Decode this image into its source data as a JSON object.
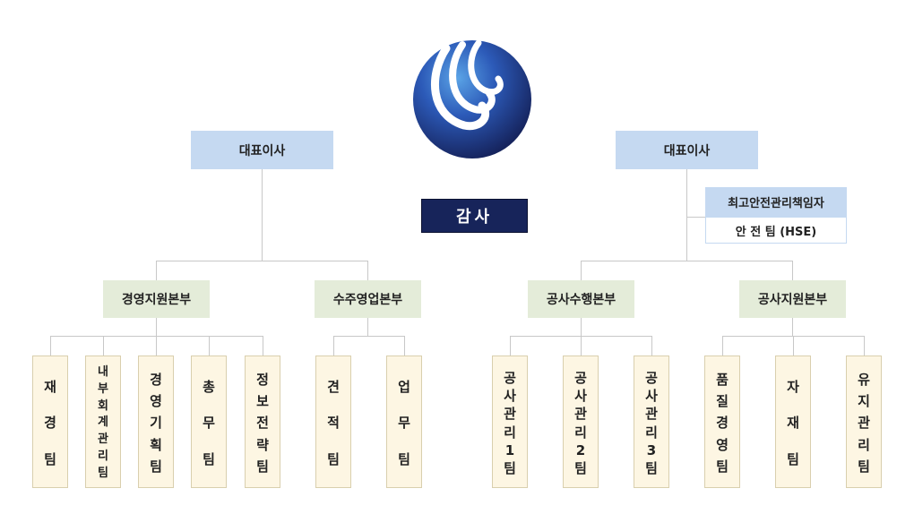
{
  "logo_icon": "company-logo-swirl",
  "audit": {
    "label": "감사"
  },
  "left": {
    "ceo": "대표이사",
    "divisions": [
      {
        "name": "경영지원본부",
        "teams": [
          "재경팀",
          "내부회계관리팀",
          "경영기획팀",
          "총무팀",
          "정보전략팀"
        ]
      },
      {
        "name": "수주영업본부",
        "teams": [
          "견적팀",
          "업무팀"
        ]
      }
    ]
  },
  "right": {
    "ceo": "대표이사",
    "safety": {
      "title": "최고안전관리책임자",
      "team": "안 전 팀 (HSE)"
    },
    "divisions": [
      {
        "name": "공사수행본부",
        "teams": [
          "공사관리1팀",
          "공사관리2팀",
          "공사관리3팀"
        ]
      },
      {
        "name": "공사지원본부",
        "teams": [
          "품질경영팀",
          "자재팀",
          "유지관리팀"
        ]
      }
    ]
  },
  "colors": {
    "ceo_fill": "#c5d9f1",
    "division_fill": "#e4ecd9",
    "team_fill": "#fdf6e3",
    "audit_fill": "#17245a",
    "connector": "#c8c8c8"
  }
}
